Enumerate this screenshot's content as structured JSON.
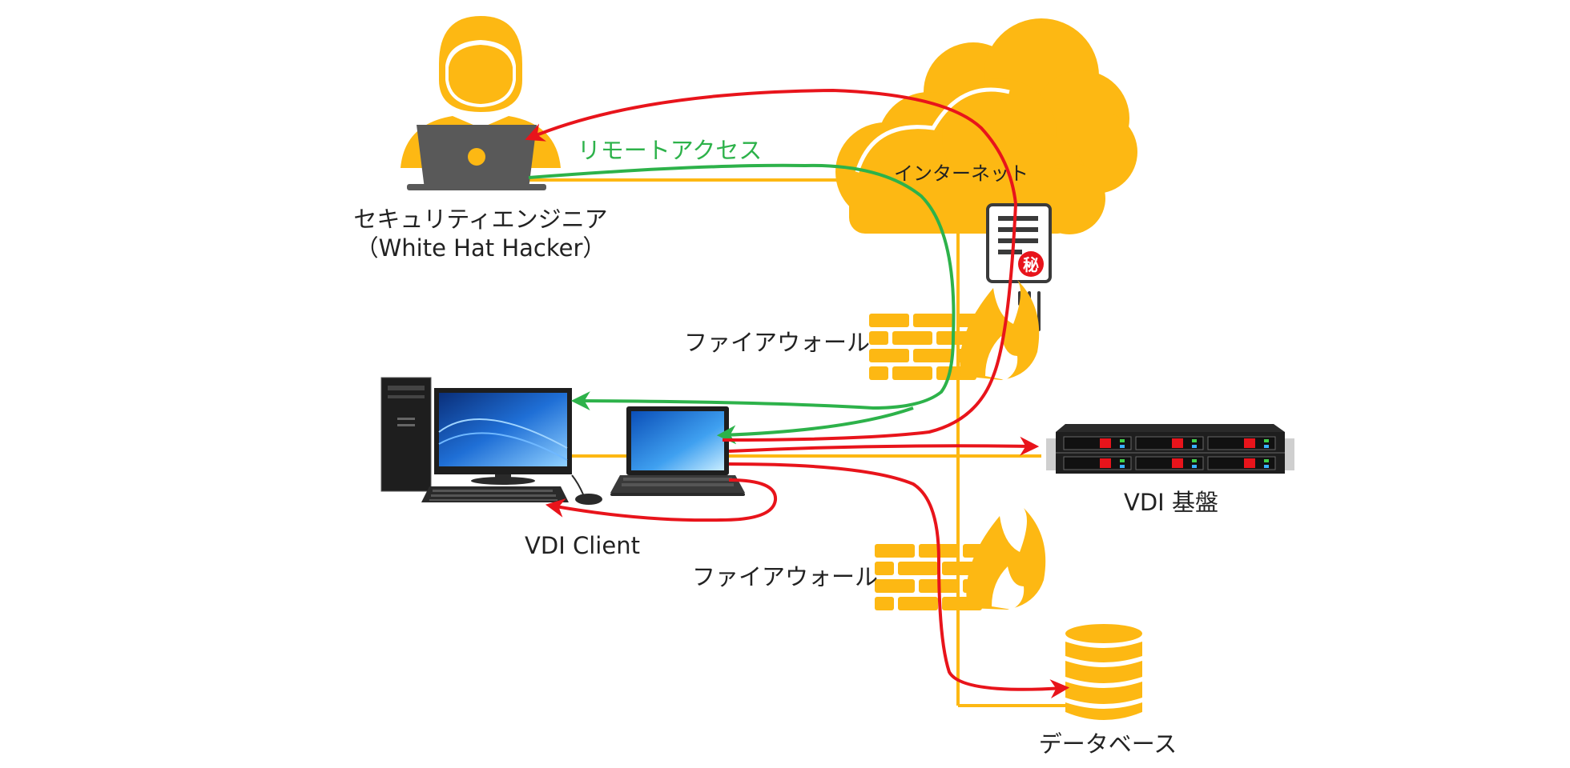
{
  "labels": {
    "engineer_line1": "セキュリティエンジニア",
    "engineer_line2": "（White Hat Hacker）",
    "remote_access": "リモートアクセス",
    "internet": "インターネット",
    "firewall_top": "ファイアウォール",
    "firewall_bottom": "ファイアウォール",
    "vdi_client": "VDI Client",
    "vdi_platform": "VDI 基盤",
    "database": "データベース",
    "secret_mark": "秘"
  },
  "colors": {
    "accent_orange": "#FDB813",
    "attack_red": "#E8141B",
    "access_green": "#2DB24A",
    "label_text": "#222222",
    "dark_device": "#1E1E1E"
  },
  "icons": [
    "engineer-icon",
    "cloud-icon",
    "secret-document-icon",
    "firewall-icon",
    "desktop-pc-icon",
    "laptop-icon",
    "server-rack-icon",
    "database-icon"
  ]
}
